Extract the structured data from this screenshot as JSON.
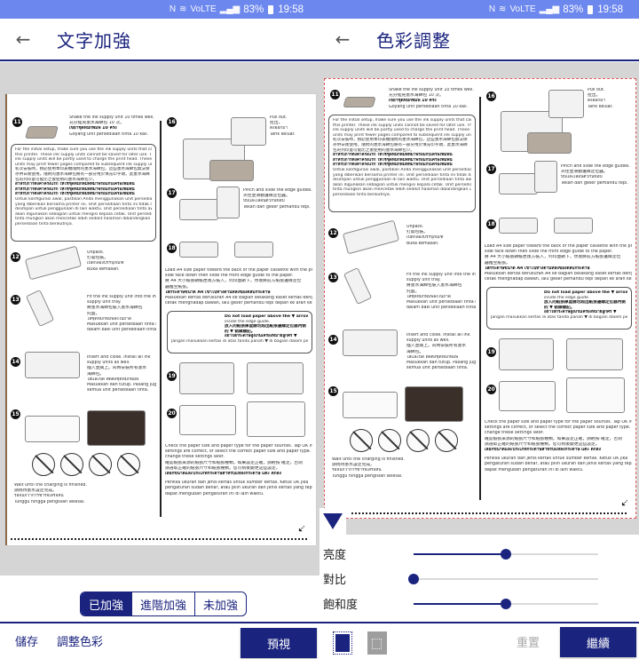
{
  "status_bar": {
    "nfc": "N",
    "network": "VoLTE",
    "battery": "83%",
    "time": "19:58"
  },
  "left_screen": {
    "title": "文字加強",
    "back_icon": "←",
    "segmented": {
      "options": [
        "已加強",
        "進階加強",
        "未加強"
      ],
      "selected": "已加強"
    },
    "bottom_bar": {
      "save_label": "儲存",
      "adjust_color_label": "調整色彩",
      "preview_label": "預視"
    }
  },
  "right_screen": {
    "title": "色彩調整",
    "back_icon": "←",
    "sliders": [
      {
        "label": "亮度",
        "value": 50
      },
      {
        "label": "對比",
        "value": 0
      },
      {
        "label": "飽和度",
        "value": 50
      }
    ],
    "bottom_bar": {
      "reset_label": "重置",
      "continue_label": "繼續"
    },
    "colors": {
      "crop_border": "#e05a5a"
    }
  },
  "document": {
    "steps": {
      "s11": {
        "num": "11",
        "lines": [
          "Shake the ink supply unit 10 times well.",
          "充分搖晃墨水海綿包 10 次。",
          "เขย่าชุดหมึกพิมพ์ 10 ครั้ง",
          "Goyang unit persediaan tinta 10 kali."
        ]
      },
      "note11": {
        "lines": [
          "For the initial setup, make sure you use the ink supply units that came with",
          "this printer. These ink supply units cannot be saved for later use. The initial",
          "ink supply units will be partly used to charge the print head. These ink supply",
          "units may print fewer pages compared to subsequent ink supply units.",
          "初次安裝時，務必使用本印表機隨附的墨水海綿包，這些墨水海綿包無法保",
          "存供日後使用。隨附的墨水海綿包將有一部分用於填充印字頭，此墨水海綿",
          "包的列印量可能比之後使用的墨水海綿包少。",
          "สำหรับการตั้งค่าครั้งแรก ให้ใช้ชุดหมึกพิมพ์ที่มาพร้อมกับเครื่องพิมพ์นี้",
          "Untuk konfigurasi awal, pastikan Anda menggunakan unit persediaan tinta",
          "yang diberikan bersama printer ini. Unit persediaan tinta ini tidak dapat",
          "disimpan untuk penggunaan di lain waktu. Unit persediaan tinta awal",
          "akan digunakan sebagian untuk mengisi kepala cetak. Unit persediaan",
          "tinta mungkin akan mencetak lebih sedikit halaman dibandingkan unit",
          "persediaan tinta berikutnya."
        ]
      },
      "s12": {
        "num": "12",
        "lines": [
          "Unpack.",
          "打開包裝。",
          "เปิดกล่องบรรจุภัณฑ์",
          "Buka kemasan."
        ]
      },
      "s13": {
        "num": "13",
        "lines": [
          "Fit the ink supply unit into the ink",
          "supply unit tray.",
          "將墨水海綿包裝入墨水海綿包",
          "托盤。",
          "ใส่ชุดหมึกพิมพ์ลงในถาด",
          "Masukkan unit persediaan tinta ke",
          "dalam baki unit persediaan tinta."
        ]
      },
      "s14": {
        "num": "14",
        "lines": [
          "Insert and close. Install all ink",
          "supply units as well.",
          "插入並關上。同時安裝所有墨水",
          "海綿包。",
          "ใส่และปิด ติดตั้งชุดหมึกพิมพ์",
          "Masukkan dan tutup. Pasang juga",
          "semua unit persediaan tinta."
        ]
      },
      "s15": {
        "num": "15",
        "lines": [
          "Wait until the charging is finished.",
          "請稍待墨水設定完成。",
          "รอจนกว่าการชาร์จเสร็จสิ้น",
          "Tunggu hingga pengisian selesai."
        ]
      },
      "s16": {
        "num": "16",
        "lines": [
          "Pull out.",
          "拉出。",
          "ดึงออกมา",
          "Tarik keluar."
        ]
      },
      "s17": {
        "num": "17",
        "lines": [
          "Pinch and slide the edge guides.",
          "夾住並滑動邊緣定位器。",
          "บีบและเลื่อนตัวกั้นขอบ",
          "Tekan dan geser pemandu tepi."
        ]
      },
      "s18": {
        "num": "18",
        "lines": [
          "Load A4 size paper toward the back of the paper cassette with the printable",
          "side face down then slide the front edge guide to the paper.",
          "將 A4 大小紙張朝紙匣後方裝入，列印面朝下，然後將前方紙張邊緣定位",
          "器推至紙張。",
          "ใส่กระดาษขนาด A4 เข้าไปทางด้านหลังของตลับกระดาษ",
          "Masukkan kertas berukuran A4 ke bagian belakang kaset kertas dengan sisi",
          "cetak menghadap bawah, lalu geser pemandu tepi depan ke arah kertas."
        ]
      },
      "note18": {
        "lines": [
          "Do not load paper above the ▼ arrow mark",
          "inside the edge guide.",
          "放入的紙張厚度請勿超出紙張邊緣定位器內側",
          "的 ▼ 箭頭標記。",
          "อย่าใส่กระดาษสูงเกินเครื่องหมายลูกศร ▼",
          "Jangan masukkan kertas di atas tanda panah ▼ di bagian dalam pemandu",
          "tepi."
        ]
      },
      "s19": {
        "num": "19"
      },
      "s20": {
        "num": "20",
        "lines": [
          "Check the paper size and paper type for the paper sources. Tap OK if the",
          "settings are correct, or select the correct paper size and paper type. You can",
          "change these settings later.",
          "確認紙張來源的紙張尺寸和紙張種類。如果設定正確，請輕按 確定，否則",
          "請選取正確的紙張尺寸和紙張種類。您可稍後變更這些設定。",
          "เลือกขนาดและประเภทกระดาษสำหรับแหล่งกระดาษ แตะ ตกลง",
          "Periksa ukuran dan jenis kertas untuk sumber kertas. Ketuk OK jika",
          "pengaturan sudah benar, atau pilih ukuran dan jenis kertas yang tepat. Anda",
          "dapat mengubah pengaturan ini di lain waktu."
        ]
      }
    }
  }
}
